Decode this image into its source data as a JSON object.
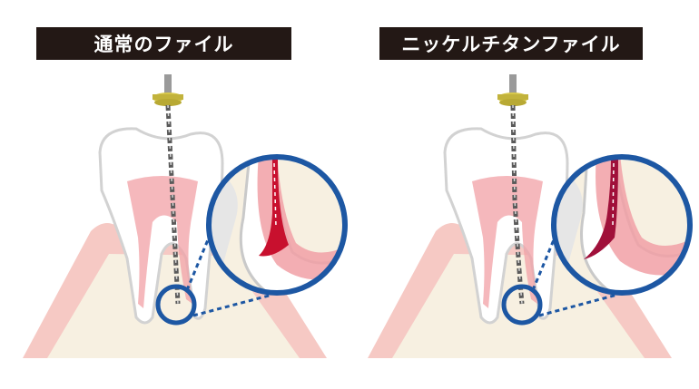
{
  "panels": [
    {
      "title": "通常のファイル",
      "file_type": "standard",
      "file_color": "#c8102e"
    },
    {
      "title": "ニッケルチタンファイル",
      "file_type": "nickel-titanium",
      "file_color": "#a0103a"
    }
  ],
  "colors": {
    "label_bg": "#231815",
    "label_text": "#ffffff",
    "gum": "#f6c9c4",
    "bone": "#f7f0e1",
    "tooth_outline": "#c9c9c9",
    "pulp": "#f1a0a6",
    "zoom_circle": "#1d57a3",
    "file_shaft": "#555555",
    "file_handle": "#d7c84a"
  },
  "icons": [
    "tooth-diagram",
    "file-instrument",
    "zoom-magnifier-circle"
  ]
}
